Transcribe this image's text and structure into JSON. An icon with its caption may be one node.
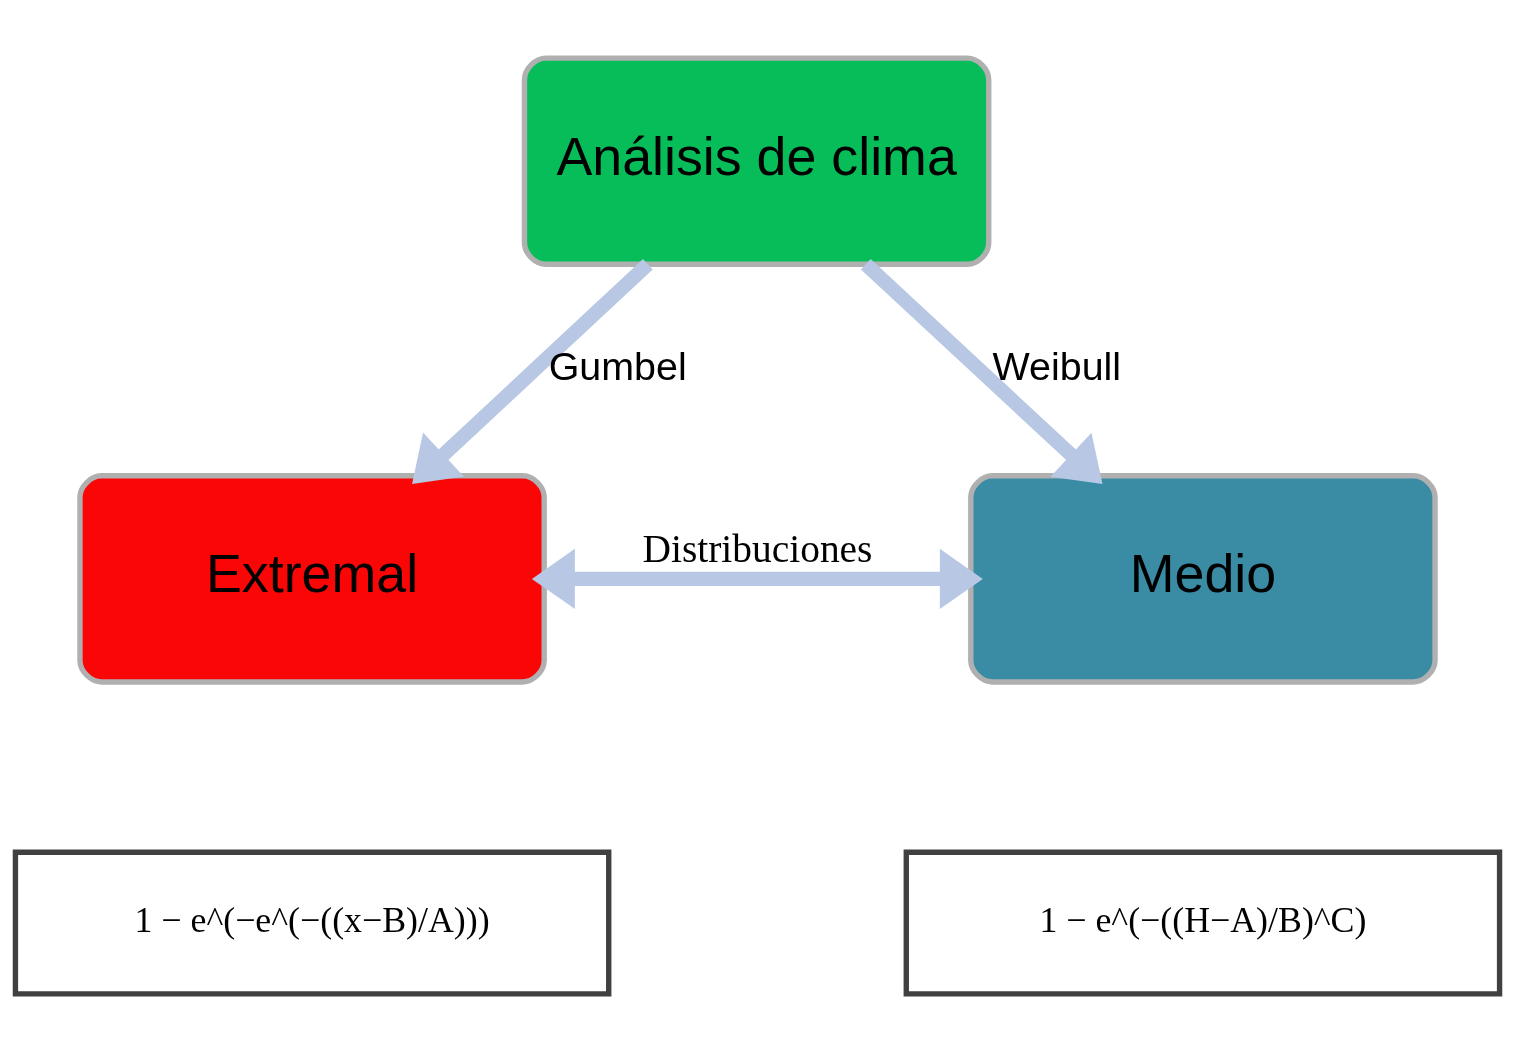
{
  "diagram": {
    "nodes": [
      {
        "text": [
          "Análisis de clima"
        ]
      },
      {
        "text": [
          "Extremal"
        ]
      },
      {
        "text": [
          "Medio"
        ]
      },
      {
        "text": [
          "1 − e^(−e^(−((x−B)/A)))"
        ]
      },
      {
        "text": [
          "1 − e^(−((H−A)/B)^C)"
        ]
      }
    ],
    "edges": [
      {
        "from": 0,
        "to": 1,
        "arrow": "to",
        "label": "Gumbel"
      },
      {
        "from": 0,
        "to": 2,
        "arrow": "to",
        "label": "Weibull"
      },
      {
        "from": 1,
        "to": 2,
        "arrow": "both",
        "label": "Distribuciones"
      }
    ]
  }
}
